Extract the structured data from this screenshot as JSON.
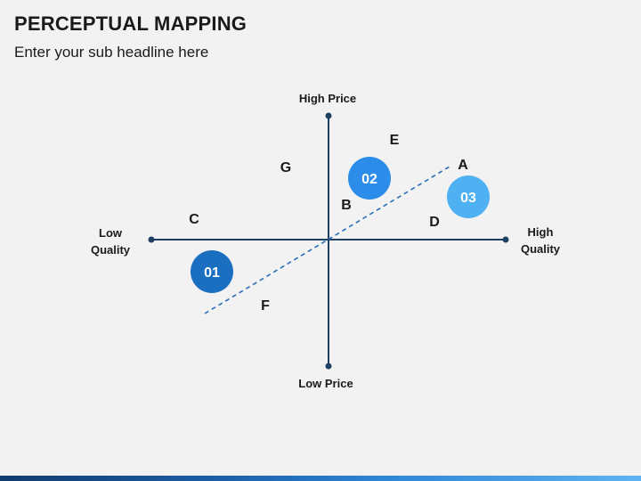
{
  "header": {
    "title": "PERCEPTUAL MAPPING",
    "subtitle": "Enter your sub headline here"
  },
  "axes": {
    "top": "High Price",
    "bottom": "Low Price",
    "left_line1": "Low",
    "left_line2": "Quality",
    "right_line1": "High",
    "right_line2": "Quality"
  },
  "brands": {
    "A": "A",
    "B": "B",
    "C": "C",
    "D": "D",
    "E": "E",
    "F": "F",
    "G": "G"
  },
  "bubbles": {
    "b01": {
      "label": "01",
      "color": "#1a6fc0"
    },
    "b02": {
      "label": "02",
      "color": "#2b8cea"
    },
    "b03": {
      "label": "03",
      "color": "#4fb0f2"
    }
  },
  "colors": {
    "axis": "#1f3f63",
    "trend_line": "#2a6fb8"
  }
}
